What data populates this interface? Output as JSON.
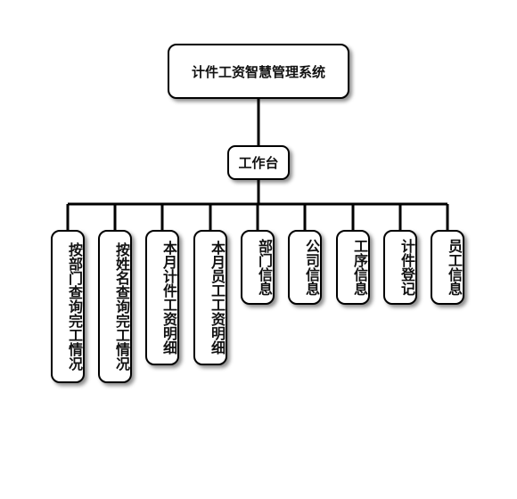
{
  "root": {
    "label": "计件工资智慧管理系统"
  },
  "hub": {
    "label": "工作台"
  },
  "leaves": [
    {
      "label": "按部门查询完工情况"
    },
    {
      "label": "按姓名查询完工情况"
    },
    {
      "label": "本月计件工资明细"
    },
    {
      "label": "本月员工工资明细"
    },
    {
      "label": "部门信息"
    },
    {
      "label": "公司信息"
    },
    {
      "label": "工序信息"
    },
    {
      "label": "计件登记"
    },
    {
      "label": "员工信息"
    }
  ],
  "colors": {
    "line": "#000000",
    "node_border": "#000000",
    "node_fill": "#ffffff"
  }
}
